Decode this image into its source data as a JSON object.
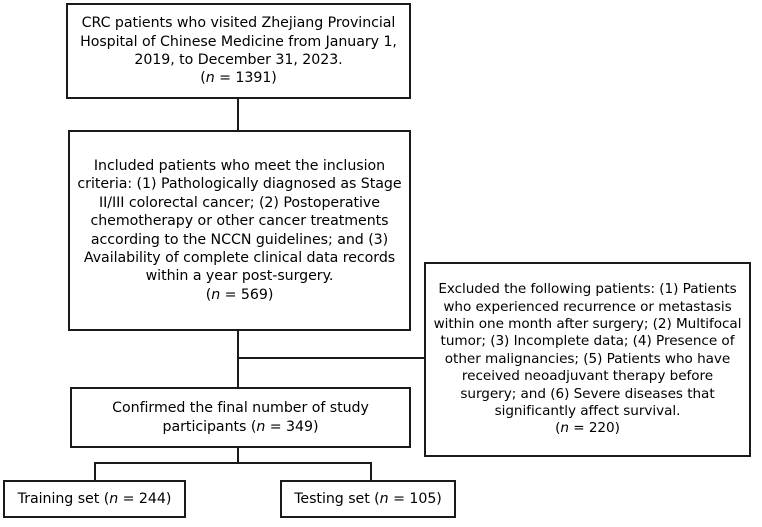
{
  "diagram": {
    "title": "CRC patient study participant flow diagram",
    "type": "flowchart",
    "background_color": "#ffffff",
    "line_color": "#1a1a1a",
    "text_color": "#000000"
  },
  "nodes": {
    "source": {
      "id": "source-population",
      "text": "CRC patients who visited Zhejiang Provincial Hospital of Chinese Medicine from January 1, 2019, to December 31, 2023.\n(n = 1391)",
      "count_label": "(n = 1391)",
      "count": 1391
    },
    "included": {
      "id": "included-patients",
      "text": "Included patients who meet the inclusion criteria: (1) Pathologically diagnosed as Stage II/III colorectal cancer; (2) Postoperative chemotherapy or other cancer treatments according to the NCCN guidelines; and (3) Availability of complete clinical data records within a year post-surgery.\n(n = 569)",
      "count_label": "(n = 569)",
      "count": 569
    },
    "excluded": {
      "id": "excluded-patients",
      "text": "Excluded the following patients: (1) Patients who experienced recurrence or metastasis within one month after surgery; (2) Multifocal tumor; (3) Incomplete data; (4) Presence of other malignancies; (5) Patients who have received neoadjuvant therapy before surgery; and (6) Severe diseases that significantly affect survival.\n(n = 220)",
      "count_label": "(n = 220)",
      "count": 220
    },
    "confirmed": {
      "id": "confirmed-participants",
      "text": "Confirmed the final number of study participants (n = 349)",
      "count_label": "(n = 349)",
      "count": 349
    },
    "training": {
      "id": "training-set",
      "text": "Training set (n = 244)",
      "count_label": "(n = 244)",
      "count": 244
    },
    "testing": {
      "id": "testing-set",
      "text": "Testing set (n = 105)",
      "count_label": "(n = 105)",
      "count": 105
    }
  },
  "connectors": [
    {
      "id": "source-to-included",
      "from": "source",
      "to": "included",
      "style": "vertical"
    },
    {
      "id": "included-to-confirmed",
      "from": "included",
      "to": "confirmed",
      "style": "vertical"
    },
    {
      "id": "included-to-excluded",
      "from": "included",
      "to": "excluded",
      "style": "elbow-right"
    },
    {
      "id": "confirmed-to-training",
      "from": "confirmed",
      "to": "training",
      "style": "split-left"
    },
    {
      "id": "confirmed-to-testing",
      "from": "confirmed",
      "to": "testing",
      "style": "split-right"
    }
  ]
}
